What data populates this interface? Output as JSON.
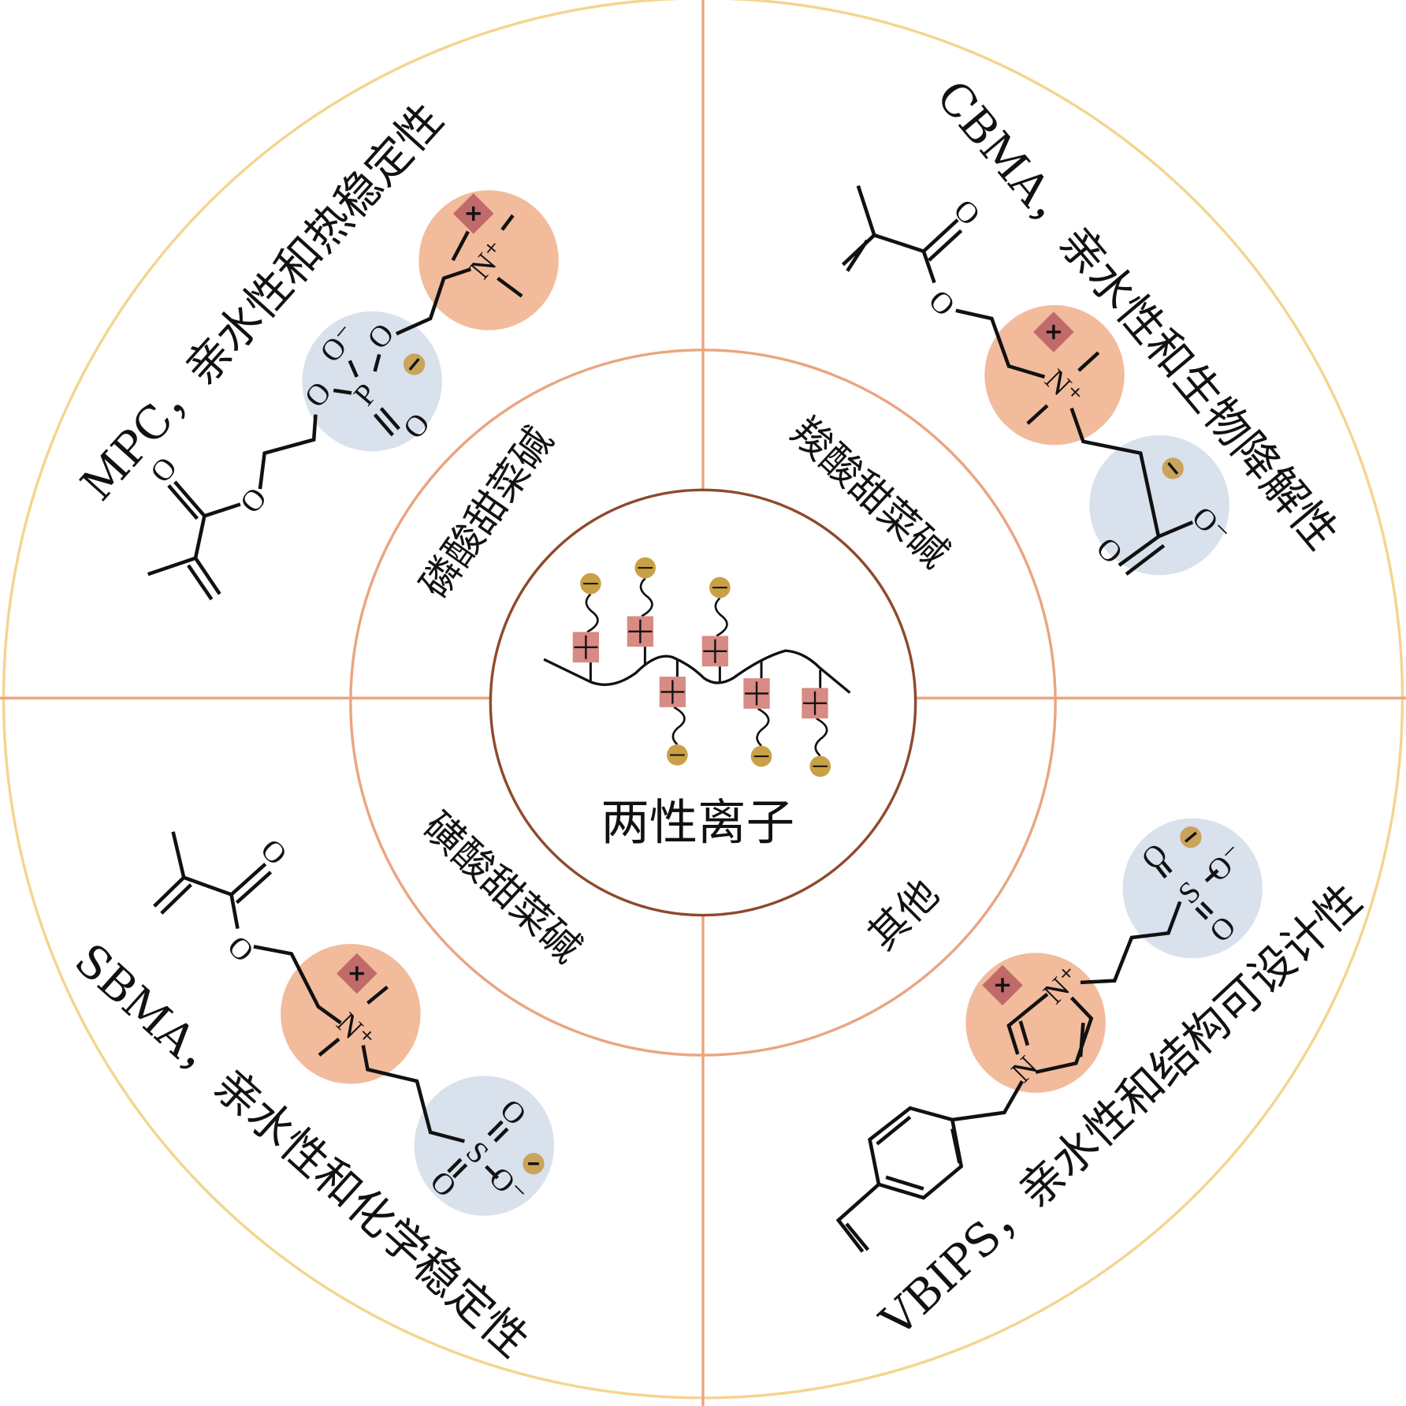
{
  "center": {
    "title": "两性离子"
  },
  "categories": {
    "phosphobetaine": "磷酸甜菜碱",
    "carboxybetaine": "羧酸甜菜碱",
    "sulfobetaine": "磺酸甜菜碱",
    "other": "其他"
  },
  "monomers": {
    "mpc": "MPC，亲水性和热稳定性",
    "cbma": "CBMA，亲水性和生物降解性",
    "sbma": "SBMA，亲水性和化学稳定性",
    "vbips": "VBIPS，亲水性和结构可设计性"
  },
  "atoms": {
    "mpc": [
      "O",
      "O",
      "O",
      "O⁻",
      "O",
      "P",
      "O",
      "N⁺"
    ],
    "cbma": [
      "O",
      "O",
      "N⁺",
      "O",
      "O⁻"
    ],
    "sbma": [
      "O",
      "O",
      "N⁺",
      "S",
      "O",
      "O",
      "O⁻"
    ],
    "vbips": [
      "N⁺",
      "N",
      "S",
      "O",
      "O⁻",
      "O"
    ]
  },
  "colors": {
    "outer_ring": "#f3d58f",
    "middle_ring": "#eaa580",
    "inner_ring": "#8e4a2b",
    "dividers": "#eaa580",
    "cation_zone": "#f2bb9c",
    "anion_zone": "#d9e1ec",
    "cation_marker": "#c06a6a",
    "cation_block": "#d88a84",
    "anion_marker": "#c9a45a"
  }
}
